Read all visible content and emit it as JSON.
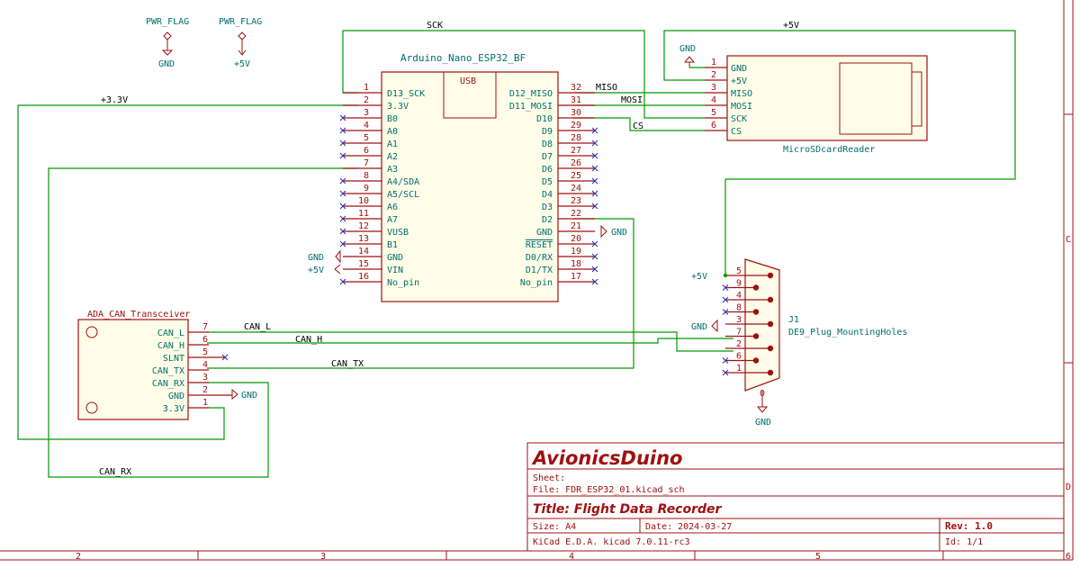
{
  "pwr_flags": [
    {
      "label": "PWR_FLAG",
      "net": "GND"
    },
    {
      "label": "PWR_FLAG",
      "net": "+5V"
    }
  ],
  "nets": {
    "sck": "SCK",
    "plus5v_top": "+5V",
    "plus3v3": "+3.3V",
    "miso": "MISO",
    "mosi": "MOSI",
    "cs": "CS",
    "can_l": "CAN_L",
    "can_h": "CAN_H",
    "can_tx": "CAN_TX",
    "can_rx": "CAN_RX"
  },
  "arduino": {
    "title": "Arduino_Nano_ESP32_BF",
    "usb": "USB",
    "left_pins": [
      {
        "num": "1",
        "name": "D13_SCK"
      },
      {
        "num": "2",
        "name": "3.3V"
      },
      {
        "num": "3",
        "name": "B0"
      },
      {
        "num": "4",
        "name": "A0"
      },
      {
        "num": "5",
        "name": "A1"
      },
      {
        "num": "6",
        "name": "A2"
      },
      {
        "num": "7",
        "name": "A3"
      },
      {
        "num": "8",
        "name": "A4/SDA"
      },
      {
        "num": "9",
        "name": "A5/SCL"
      },
      {
        "num": "10",
        "name": "A6"
      },
      {
        "num": "11",
        "name": "A7"
      },
      {
        "num": "12",
        "name": "VUSB"
      },
      {
        "num": "13",
        "name": "B1"
      },
      {
        "num": "14",
        "name": "GND"
      },
      {
        "num": "15",
        "name": "VIN"
      },
      {
        "num": "16",
        "name": "No_pin"
      }
    ],
    "right_pins": [
      {
        "num": "32",
        "name": "D12_MISO"
      },
      {
        "num": "31",
        "name": "D11_MOSI"
      },
      {
        "num": "30",
        "name": "D10"
      },
      {
        "num": "29",
        "name": "D9"
      },
      {
        "num": "28",
        "name": "D8"
      },
      {
        "num": "27",
        "name": "D7"
      },
      {
        "num": "26",
        "name": "D6"
      },
      {
        "num": "25",
        "name": "D5"
      },
      {
        "num": "24",
        "name": "D4"
      },
      {
        "num": "23",
        "name": "D3"
      },
      {
        "num": "22",
        "name": "D2"
      },
      {
        "num": "21",
        "name": "GND"
      },
      {
        "num": "20",
        "name": "RESET"
      },
      {
        "num": "19",
        "name": "D0/RX"
      },
      {
        "num": "18",
        "name": "D1/TX"
      },
      {
        "num": "17",
        "name": "No_pin"
      }
    ],
    "gnd_label": "GND",
    "vin_label": "+5V",
    "gnd_right_label": "GND"
  },
  "sdcard": {
    "title": "MicroSDcardReader",
    "gnd_label": "GND",
    "pins": [
      {
        "num": "1",
        "name": "GND"
      },
      {
        "num": "2",
        "name": "+5V"
      },
      {
        "num": "3",
        "name": "MISO"
      },
      {
        "num": "4",
        "name": "MOSI"
      },
      {
        "num": "5",
        "name": "SCK"
      },
      {
        "num": "6",
        "name": "CS"
      }
    ]
  },
  "can": {
    "title": "ADA_CAN_Transceiver",
    "gnd_label": "GND",
    "pins": [
      {
        "num": "7",
        "name": "CAN_L"
      },
      {
        "num": "6",
        "name": "CAN_H"
      },
      {
        "num": "5",
        "name": "SLNT"
      },
      {
        "num": "4",
        "name": "CAN_TX"
      },
      {
        "num": "3",
        "name": "CAN_RX"
      },
      {
        "num": "2",
        "name": "GND"
      },
      {
        "num": "1",
        "name": "3.3V"
      }
    ]
  },
  "de9": {
    "ref": "J1",
    "value": "DE9_Plug_MountingHoles",
    "plus5v": "+5V",
    "gnd_left": "GND",
    "gnd_bottom": "GND",
    "hole_pin": "0",
    "pins": [
      "5",
      "9",
      "4",
      "8",
      "3",
      "7",
      "2",
      "6",
      "1"
    ]
  },
  "titleblock": {
    "company": "AvionicsDuino",
    "sheet": "Sheet:",
    "file": "File: FDR_ESP32_01.kicad_sch",
    "title": "Title: Flight Data Recorder",
    "size": "Size: A4",
    "date": "Date: 2024-03-27",
    "rev": "Rev: 1.0",
    "tool": "KiCad E.D.A.  kicad 7.0.11-rc3",
    "id": "Id: 1/1"
  },
  "border": {
    "columns": [
      "2",
      "3",
      "4",
      "5",
      "6"
    ],
    "rows": [
      "C",
      "D"
    ]
  }
}
